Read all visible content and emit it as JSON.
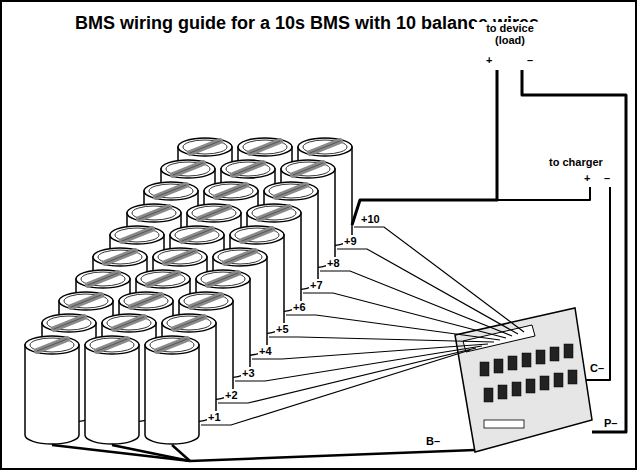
{
  "diagram": {
    "title": "BMS wiring guide for a 10s BMS with 10 balance wires",
    "labels": [
      "to device (load)",
      "+",
      "–",
      "to charger",
      "+",
      "–",
      "+10",
      "+9",
      "+8",
      "+7",
      "+6",
      "+5",
      "+4",
      "+3",
      "+2",
      "+1",
      "C–",
      "P–",
      "B–"
    ]
  }
}
